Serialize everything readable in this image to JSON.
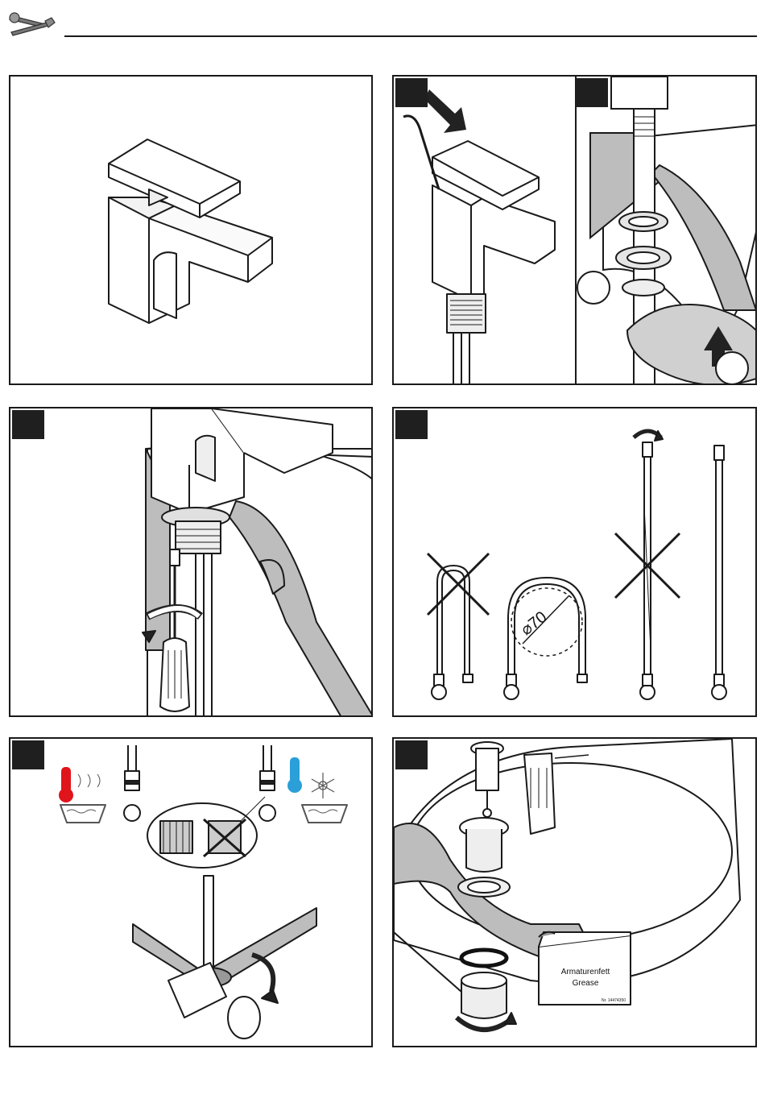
{
  "header": {
    "icon": "tools-icon"
  },
  "panels": [
    {
      "id": "p1",
      "step_box": false,
      "icon": "faucet-overview"
    },
    {
      "id": "p2a",
      "step_box": true,
      "icon": "pull-lever-arrow"
    },
    {
      "id": "p2b",
      "step_box": true,
      "icon": "install-washers"
    },
    {
      "id": "p3",
      "step_box": true,
      "icon": "tighten-screw"
    },
    {
      "id": "p4",
      "step_box": true,
      "icon": "hose-bend-rules",
      "diameter_label": "⌀70"
    },
    {
      "id": "p5",
      "step_box": true,
      "icon": "connect-hot-cold"
    },
    {
      "id": "p6",
      "step_box": true,
      "icon": "drain-assembly",
      "grease": {
        "line1": "Armaturenfett",
        "line2": "Grease",
        "part_no": "Nr. 14474350"
      }
    }
  ],
  "colors": {
    "ink": "#1a1a1a",
    "hot": "#e0141b",
    "cold": "#2a9fd8",
    "wall_gray": "#bdbdbd",
    "step_box": "#1f1f1f"
  }
}
